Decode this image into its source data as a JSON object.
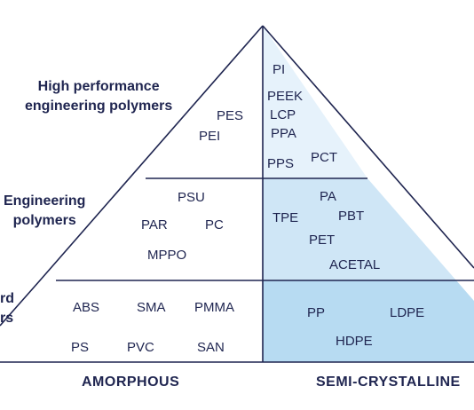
{
  "colors": {
    "outline": "#1f2550",
    "semi_top": "#e6f2fb",
    "semi_middle": "#cfe6f6",
    "semi_bottom": "#b7dbf2",
    "amorphous": "#ffffff"
  },
  "tiers": {
    "high_performance": [
      "High performance",
      "engineering polymers"
    ],
    "engineering": [
      "Engineering",
      "polymers"
    ],
    "commodity_partial": [
      "rd",
      "rs"
    ]
  },
  "axis": {
    "left": "AMORPHOUS",
    "right": "SEMI-CRYSTALLINE"
  },
  "polymers": {
    "top_amorphous": [
      "PES",
      "PEI"
    ],
    "top_semi": [
      "PI",
      "PEEK",
      "LCP",
      "PPA",
      "PPS",
      "PCT"
    ],
    "mid_amorphous": [
      "PSU",
      "PAR",
      "PC",
      "MPPO"
    ],
    "mid_semi": [
      "PA",
      "TPE",
      "PBT",
      "PET",
      "ACETAL"
    ],
    "bottom_amorphous": [
      "ABS",
      "SMA",
      "PMMA",
      "PS",
      "PVC",
      "SAN"
    ],
    "bottom_semi": [
      "PP",
      "LDPE",
      "HDPE"
    ]
  }
}
